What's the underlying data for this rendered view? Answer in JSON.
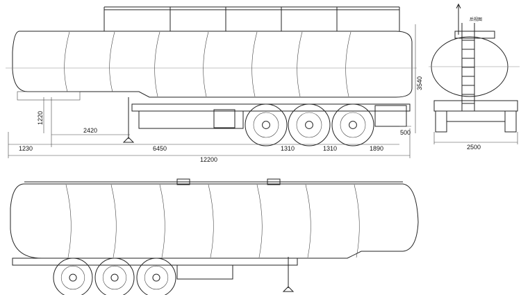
{
  "side_view": {
    "dimensions": {
      "front_overhang": "1230",
      "kingpin_to_axle": "6450",
      "axle_spacing_1": "1310",
      "axle_spacing_2": "1310",
      "rear_overhang": "1890",
      "overall_length": "12200",
      "overall_height": "3540",
      "fifth_wheel_height": "1220",
      "landing_leg_distance": "2420",
      "rear_bumper": "500"
    }
  },
  "rear_view": {
    "label": "后视图",
    "dimensions": {
      "overall_width": "2500"
    }
  }
}
